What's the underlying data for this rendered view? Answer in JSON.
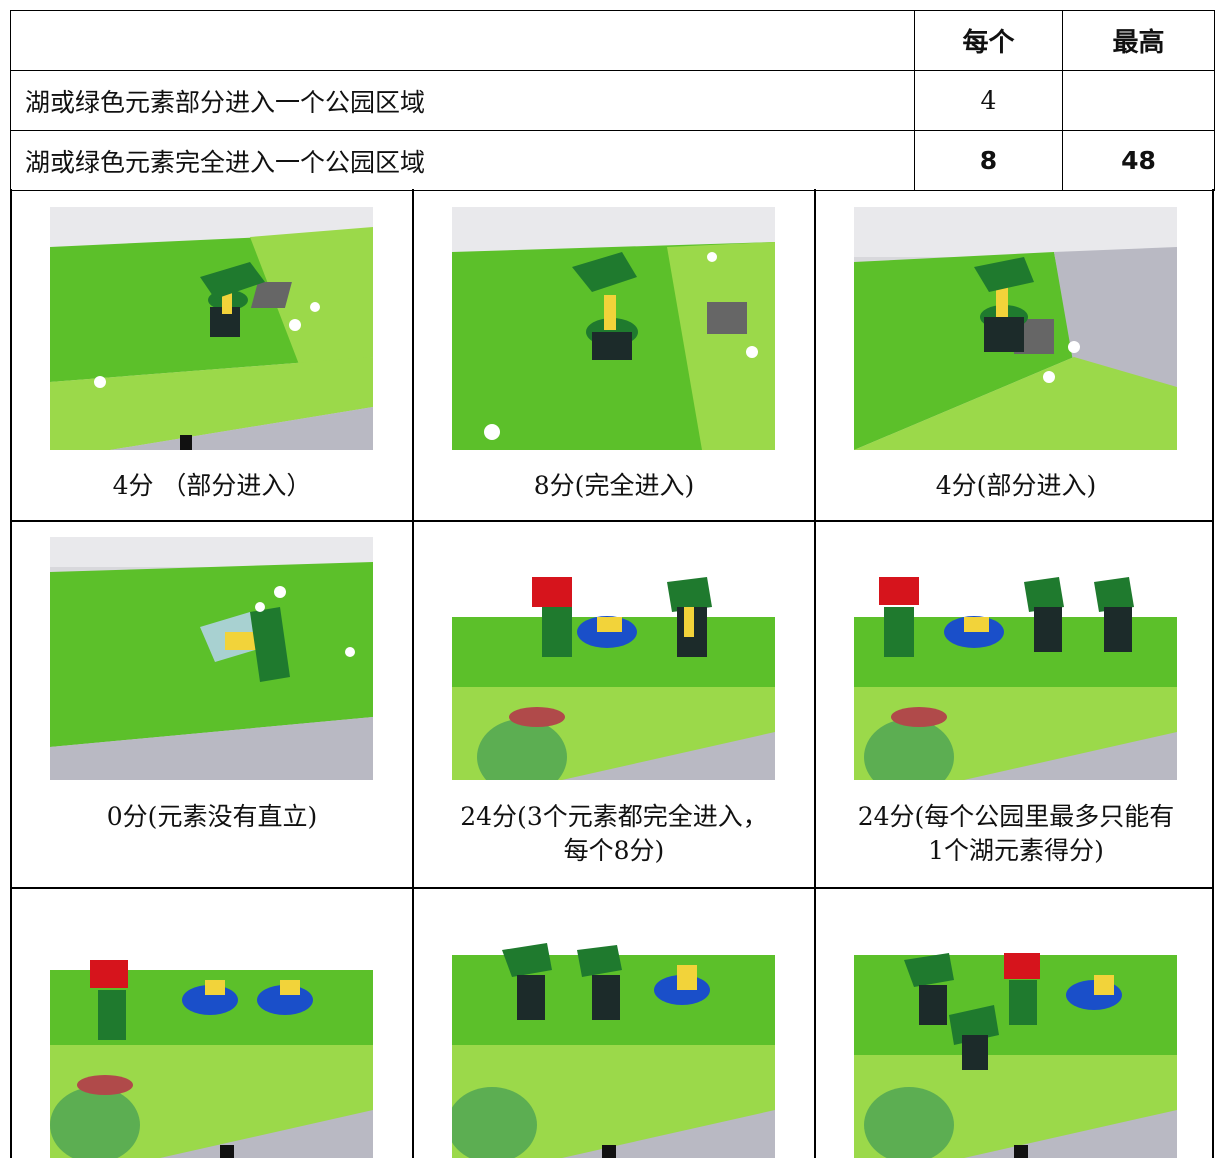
{
  "table": {
    "header": {
      "blank": "",
      "each": "每个",
      "max": "最高"
    },
    "rows": [
      {
        "label": "湖或绿色元素部分进入一个公园区域",
        "each": "4",
        "max": ""
      },
      {
        "label": "湖或绿色元素完全进入一个公园区域",
        "each": "8",
        "max": "48"
      }
    ]
  },
  "photos": {
    "row1": [
      {
        "caption": "4分 （部分进入）"
      },
      {
        "caption": "8分(完全进入)"
      },
      {
        "caption": "4分(部分进入)"
      }
    ],
    "row2": [
      {
        "caption": "0分(元素没有直立)"
      },
      {
        "caption_line1": "24分(3个元素都完全进入，",
        "caption_line2": "每个8分)"
      },
      {
        "caption_line1": "24分(每个公园里最多只能有",
        "caption_line2": "1个湖元素得分)"
      }
    ]
  },
  "colors": {
    "grass": "#5cc02a",
    "light_grass": "#9bd94a",
    "road": "#b9b9c3",
    "wall": "#e6e6e6",
    "lego_green": "#1f7a2e",
    "lego_red": "#d6141c",
    "lego_blue": "#1a4fc9",
    "lego_yellow": "#f2d33a"
  }
}
